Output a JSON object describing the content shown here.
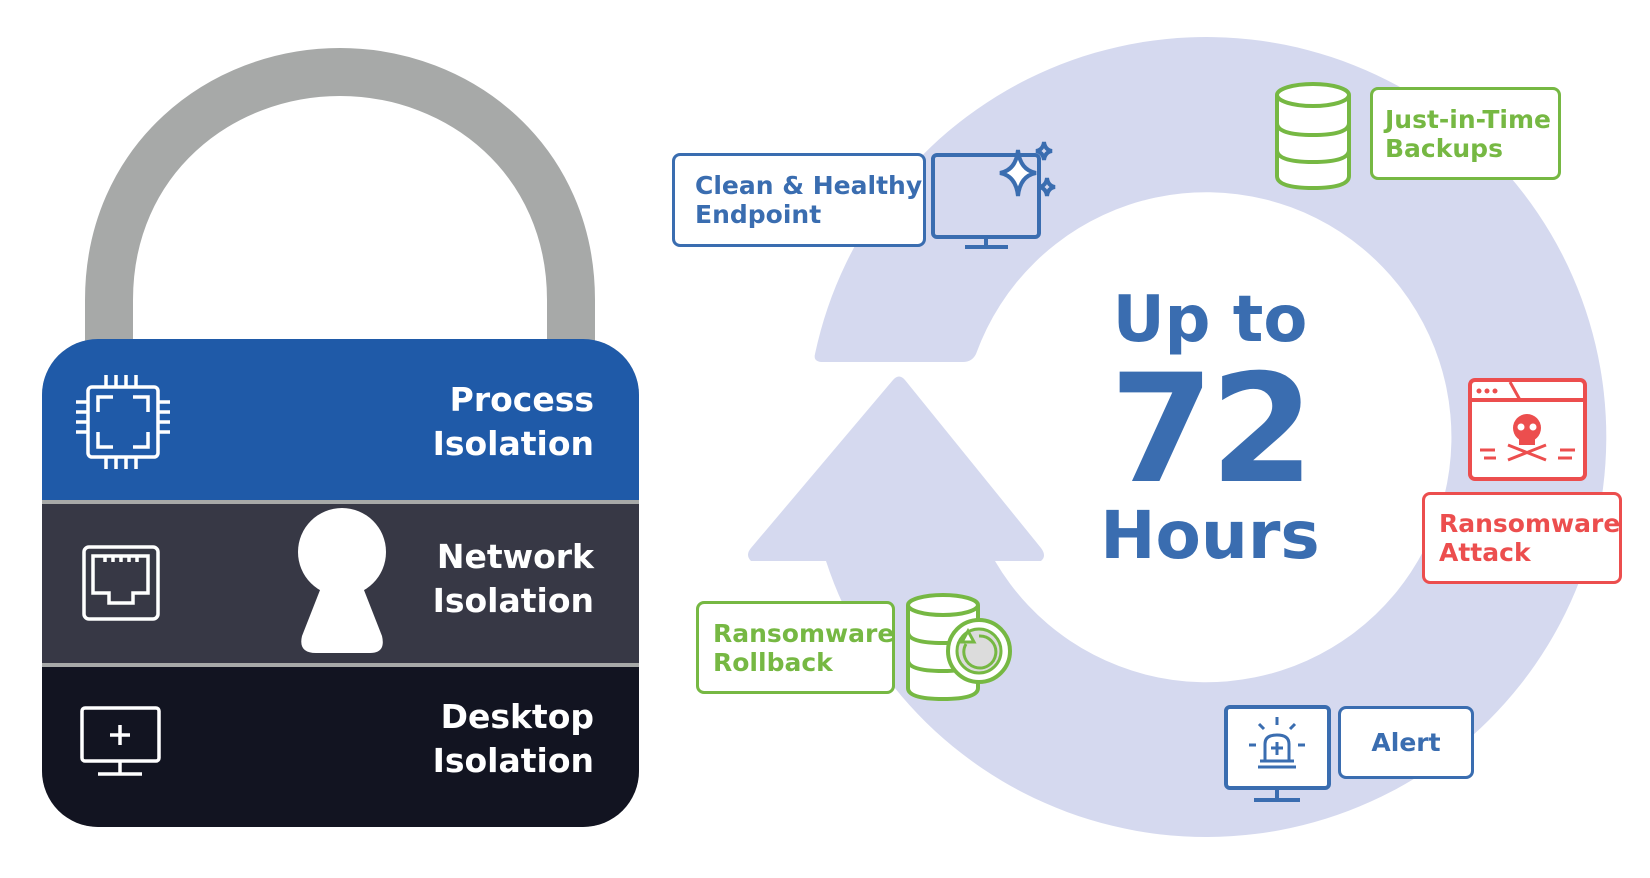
{
  "lock": {
    "bands": [
      {
        "line1": "Process",
        "line2": "Isolation",
        "icon": "cpu-chip-icon"
      },
      {
        "line1": "Network",
        "line2": "Isolation",
        "icon": "ethernet-port-icon"
      },
      {
        "line1": "Desktop",
        "line2": "Isolation",
        "icon": "monitor-plus-icon"
      }
    ]
  },
  "cycle": {
    "center": {
      "line1": "Up to",
      "number": "72",
      "line2": "Hours"
    },
    "steps": [
      {
        "line1": "Clean & Healthy",
        "line2": "Endpoint",
        "icon": "sparkling-monitor-icon"
      },
      {
        "line1": "Just-in-Time",
        "line2": "Backups",
        "icon": "database-icon"
      },
      {
        "line1": "Ransomware",
        "line2": "Attack",
        "icon": "browser-skull-icon"
      },
      {
        "line1": "Alert",
        "icon": "alarm-monitor-icon"
      },
      {
        "line1": "Ransomware",
        "line2": "Rollback",
        "icon": "database-restore-icon"
      }
    ]
  },
  "colors": {
    "blue": "#3a6db0",
    "green": "#76b843",
    "red": "#ec4e4e",
    "ring": "#d5d9ef",
    "lock_blue": "#1f5aa8",
    "lock_gray": "#373845",
    "lock_dark": "#121421",
    "shackle": "#a7a9a8"
  }
}
